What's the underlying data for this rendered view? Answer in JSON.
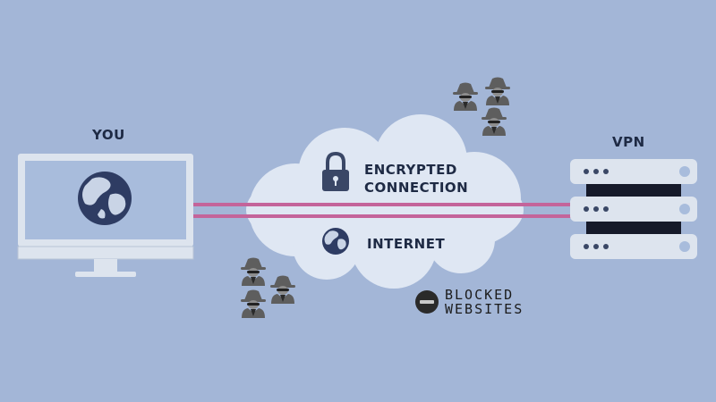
{
  "labels": {
    "you": "YOU",
    "vpn": "VPN",
    "encrypted_line1": "ENCRYPTED",
    "encrypted_line2": "CONNECTION",
    "internet": "INTERNET",
    "blocked_line1": "BLOCKED",
    "blocked_line2": "WEBSITES"
  },
  "icons": {
    "computer": "monitor-icon",
    "globe": "globe-icon",
    "lock": "lock-icon",
    "server": "server-rack-icon",
    "spy": "spy-icon",
    "blocked": "no-entry-icon"
  },
  "colors": {
    "background": "#a3b6d7",
    "cloud": "#dfe7f3",
    "tunnel": "#c4649a",
    "device": "#dde4ee",
    "device_screen": "#a8bcdc",
    "dark": "#3a4766",
    "server_slot": "#161a2a",
    "spy": "#5e5e5e"
  }
}
